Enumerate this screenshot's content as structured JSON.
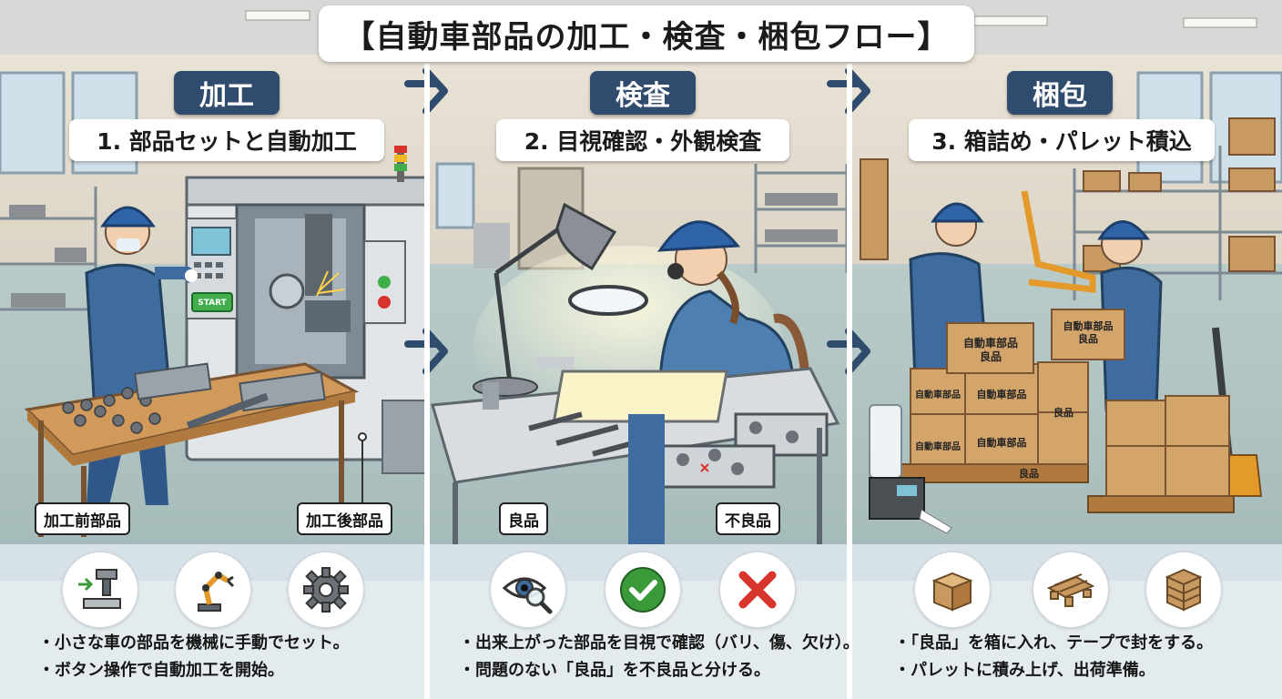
{
  "title": "【自動車部品の加工・検査・梱包フロー】",
  "stages": [
    {
      "tag": "加工",
      "step": "1. 部品セットと自動加工",
      "labels": [
        "加工前部品",
        "加工後部品"
      ],
      "machine_button": "START",
      "icons": [
        "cnc-machine-icon",
        "robot-arm-icon",
        "gear-icon"
      ],
      "bullets": [
        "・小さな車の部品を機械に手動でセット。",
        "・ボタン操作で自動加工を開始。"
      ]
    },
    {
      "tag": "検査",
      "step": "2. 目視確認・外観検査",
      "labels": [
        "良品",
        "不良品"
      ],
      "icons": [
        "eye-magnifier-icon",
        "check-icon",
        "cross-icon"
      ],
      "bullets": [
        "・出来上がった部品を目視で確認（バリ、傷、欠け）。",
        "・問題のない「良品」を不良品と分ける。"
      ]
    },
    {
      "tag": "梱包",
      "step": "3. 箱詰め・パレット積込",
      "box_labels": [
        "自動車部品",
        "良品"
      ],
      "icons": [
        "box-icon",
        "pallet-icon",
        "stacked-boxes-icon"
      ],
      "bullets": [
        "・「良品」を箱に入れ、テープで封をする。",
        "・パレットに積み上げ、出荷準備。"
      ]
    }
  ],
  "colors": {
    "tag_bg": "#2f4b6d",
    "arrow": "#2f4b6d",
    "check": "#3a9a3a",
    "cross": "#d9342b",
    "box": "#c89a62"
  }
}
